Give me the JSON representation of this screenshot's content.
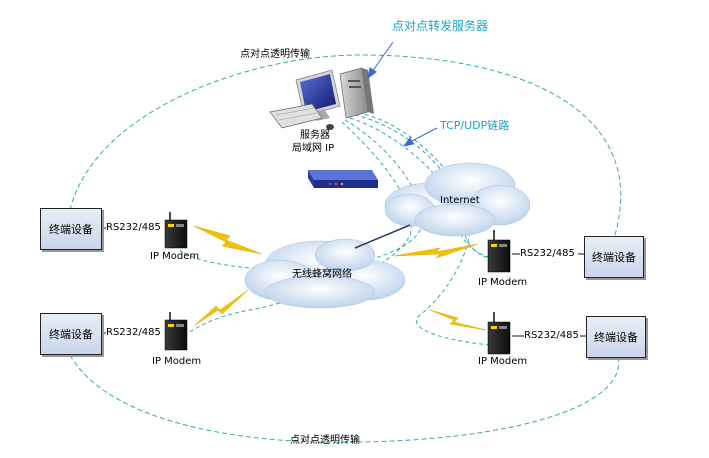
{
  "title": "点对点转发服务器",
  "top_arc_label": "点对点透明传输",
  "bottom_arc_label": "点对点透明传输",
  "server": {
    "name": "服务器",
    "ip_label": "局域网 IP"
  },
  "link_label": "TCP/UDP链路",
  "internet_label": "Internet",
  "cellular_label": "无线蜂窝网络",
  "terminals": [
    {
      "label": "终端设备"
    },
    {
      "label": "终端设备"
    },
    {
      "label": "终端设备"
    },
    {
      "label": "终端设备"
    }
  ],
  "interfaces": [
    {
      "label": "RS232/485"
    },
    {
      "label": "RS232/485"
    },
    {
      "label": "RS232/485"
    },
    {
      "label": "RS232/485"
    }
  ],
  "modems": [
    {
      "label": "IP Modem"
    },
    {
      "label": "IP Modem"
    },
    {
      "label": "IP Modem"
    },
    {
      "label": "IP Modem"
    }
  ],
  "colors": {
    "dashed_link": "#3aa6b8",
    "title_text": "#1aa6c8",
    "lightning": "#f2c200",
    "cloud": "#cfe0f2",
    "box_fill": "#d4deee"
  }
}
